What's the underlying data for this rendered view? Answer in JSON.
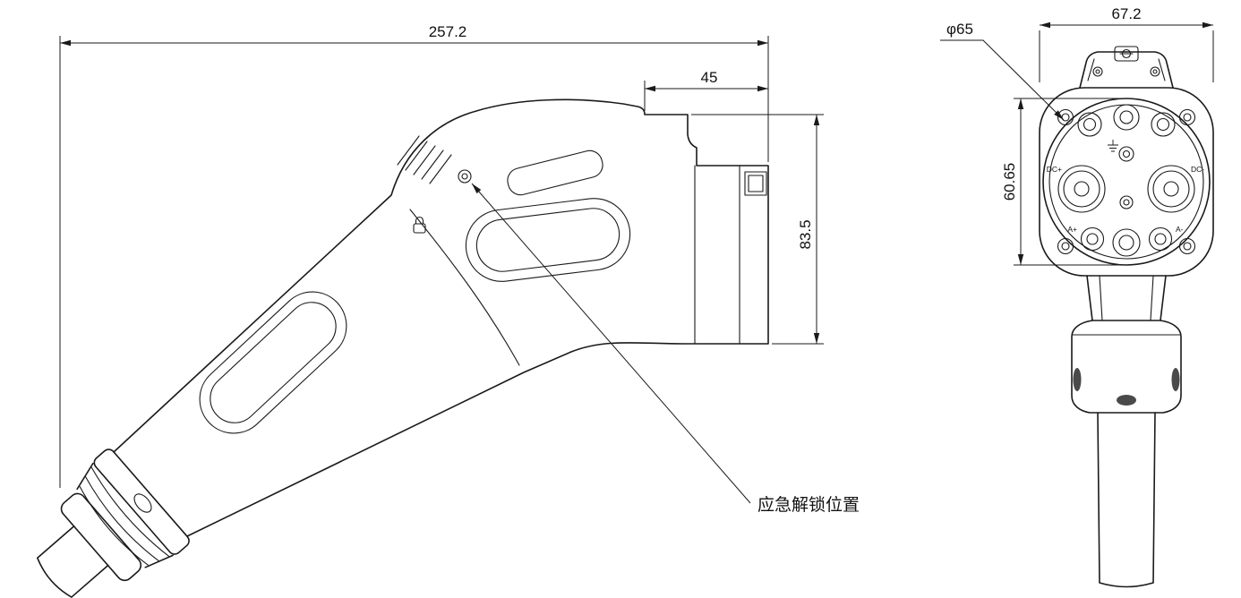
{
  "colors": {
    "background": "#ffffff",
    "line": "#1a1a1a"
  },
  "side_view": {
    "dim_overall_length": "257.2",
    "dim_front_section": "45",
    "dim_front_height": "83.5",
    "emergency_unlock_label": "应急解锁位置"
  },
  "front_view": {
    "dim_width": "67.2",
    "dim_diameter": "φ65",
    "dim_vertical": "60.65",
    "pin_labels": {
      "dc_plus": "DC+",
      "dc_minus": "DC-",
      "a_plus": "A+",
      "a_minus": "A-"
    }
  }
}
